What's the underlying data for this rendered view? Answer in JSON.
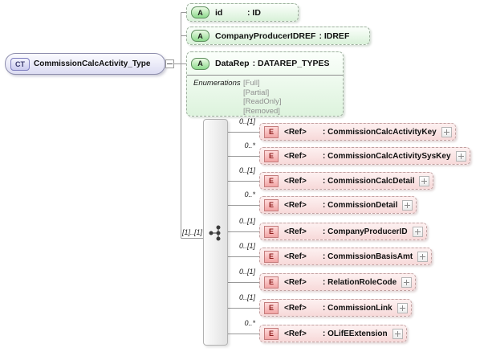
{
  "root": {
    "badge": "CT",
    "title": "CommissionCalcActivity_Type"
  },
  "attributes": [
    {
      "badge": "A",
      "name": "id",
      "type": ": ID"
    },
    {
      "badge": "A",
      "name": "CompanyProducerIDREF",
      "type": ": IDREF"
    },
    {
      "badge": "A",
      "name": "DataRep",
      "type": ": DATAREP_TYPES",
      "enumerations_label": "Enumerations",
      "enumerations": [
        "[Full]",
        "[Partial]",
        "[ReadOnly]",
        "[Removed]"
      ]
    }
  ],
  "sequence": {
    "cardinality": "[1]..[1]"
  },
  "elements": [
    {
      "cardinality": "0..[1]",
      "badge": "E",
      "ref": "<Ref>",
      "type": ": CommissionCalcActivityKey"
    },
    {
      "cardinality": "0..*",
      "badge": "E",
      "ref": "<Ref>",
      "type": ": CommissionCalcActivitySysKey"
    },
    {
      "cardinality": "0..[1]",
      "badge": "E",
      "ref": "<Ref>",
      "type": ": CommissionCalcDetail"
    },
    {
      "cardinality": "0..*",
      "badge": "E",
      "ref": "<Ref>",
      "type": ": CommissionDetail"
    },
    {
      "cardinality": "0..[1]",
      "badge": "E",
      "ref": "<Ref>",
      "type": ": CompanyProducerID"
    },
    {
      "cardinality": "0..[1]",
      "badge": "E",
      "ref": "<Ref>",
      "type": ": CommissionBasisAmt"
    },
    {
      "cardinality": "0..[1]",
      "badge": "E",
      "ref": "<Ref>",
      "type": ": RelationRoleCode"
    },
    {
      "cardinality": "0..[1]",
      "badge": "E",
      "ref": "<Ref>",
      "type": ": CommissionLink"
    },
    {
      "cardinality": "0..*",
      "badge": "E",
      "ref": "<Ref>",
      "type": ": OLifEExtension"
    }
  ],
  "colors": {
    "complex_type_fill": "#dcdcf2",
    "attribute_fill": "#d9f1d9",
    "element_fill": "#f7d9d9",
    "badge_a_fill": "#8cd98c",
    "badge_e_fill": "#f2a5a5",
    "connector": "#999999"
  }
}
